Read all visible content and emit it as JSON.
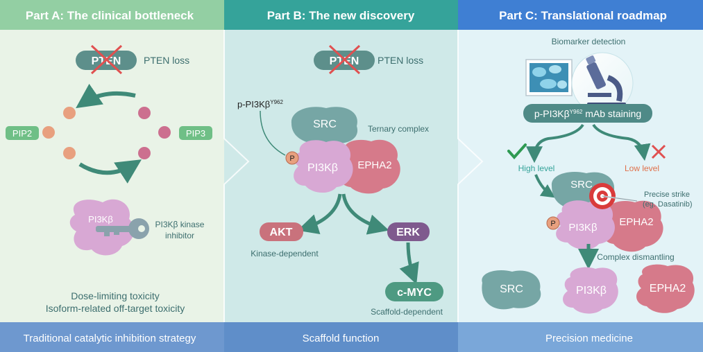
{
  "panels": {
    "a": {
      "title": "Part A: The clinical bottleneck",
      "footer": "Traditional catalytic inhibition strategy",
      "pten_pill": "PTEN",
      "pten_loss": "PTEN loss",
      "pip2": "PIP2",
      "pip3": "PIP3",
      "pi3kb": "PI3Kβ",
      "inhibitor_line1": "PI3Kβ kinase",
      "inhibitor_line2": "inhibitor",
      "toxicity_line1": "Dose-limiting toxicity",
      "toxicity_line2": "Isoform-related off-target toxicity"
    },
    "b": {
      "title": "Part B: The new discovery",
      "footer": "Scaffold function",
      "pten_pill": "PTEN",
      "pten_loss": "PTEN loss",
      "p_label_base": "p-PI3Kβ",
      "p_label_sup": "Y962",
      "src": "SRC",
      "pi3kb": "PI3Kβ",
      "epha2": "EPHA2",
      "phospho": "P",
      "ternary": "Ternary complex",
      "akt": "AKT",
      "erk": "ERK",
      "cmyc": "c-MYC",
      "kinase_dependent": "Kinase-dependent",
      "scaffold_dependent": "Scaffold-dependent"
    },
    "c": {
      "title": "Part C: Translational roadmap",
      "footer": "Precision medicine",
      "biomarker": "Biomarker detection",
      "staining_base": "p-PI3Kβ",
      "staining_sup": "Y962",
      "staining_tail": " mAb staining",
      "high": "High level",
      "low": "Low level",
      "src": "SRC",
      "pi3kb": "PI3Kβ",
      "epha2": "EPHA2",
      "phospho": "P",
      "strike_line1": "Precise strike",
      "strike_line2": "(eg. Dasatinib)",
      "dismantling": "Complex dismantling",
      "src2": "SRC",
      "pi3kb2": "PI3Kβ",
      "epha2_2": "EPHA2"
    }
  },
  "colors": {
    "a_header": "#93cfa3",
    "a_bg": "#e9f3e7",
    "b_header": "#35a39a",
    "b_bg": "#cfe9e8",
    "c_header": "#3f7fd3",
    "c_bg": "#e3f3f7",
    "footer": "#6e98cf",
    "src": "#76a6a5",
    "pi3kb": "#d8a8d4",
    "epha2": "#d67a8a",
    "pten": "#5d8f8b",
    "pip": "#6fbf86",
    "akt": "#c9727c",
    "erk": "#7f5a8e",
    "cmyc": "#4e9a82",
    "arrow": "#3f8a78",
    "text_teal": "#3c6e6e",
    "high": "#35a39a",
    "low": "#e0704a"
  }
}
